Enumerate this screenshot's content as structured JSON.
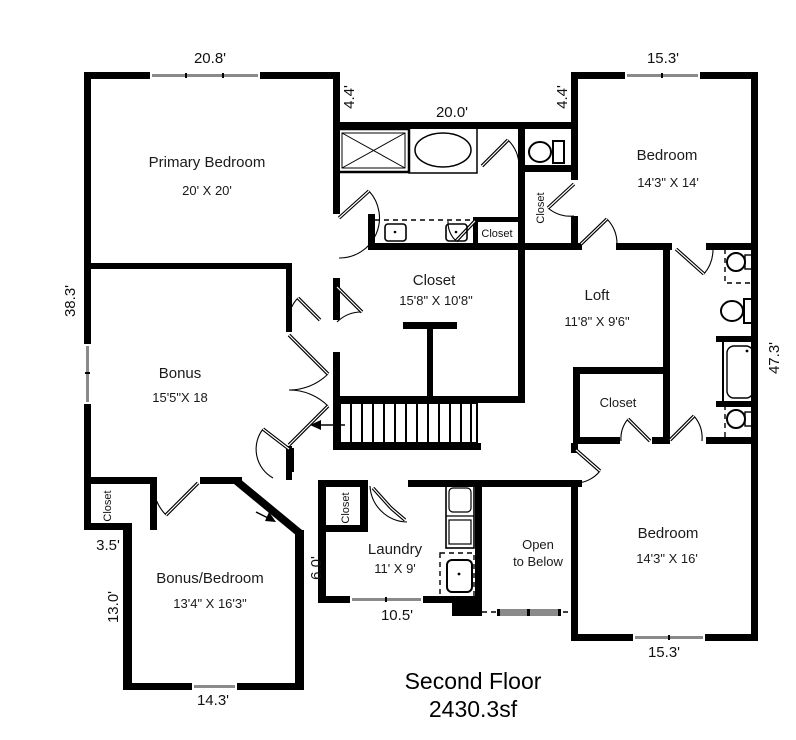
{
  "title": {
    "floor": "Second Floor",
    "area": "2430.3sf"
  },
  "rooms": {
    "primary_bedroom": {
      "name": "Primary Bedroom",
      "dims": "20' X 20'"
    },
    "bedroom_top_right": {
      "name": "Bedroom",
      "dims": "14'3\" X 14'"
    },
    "bonus": {
      "name": "Bonus",
      "dims": "15'5\"X 18"
    },
    "walk_in_closet": {
      "name": "Closet",
      "dims": "15'8\" X 10'8\""
    },
    "loft": {
      "name": "Loft",
      "dims": "11'8\" X 9'6\""
    },
    "bedroom_bottom_right": {
      "name": "Bedroom",
      "dims": "14'3\" X 16'"
    },
    "bonus_bedroom": {
      "name": "Bonus/Bedroom",
      "dims": "13'4\" X 16'3\""
    },
    "laundry": {
      "name": "Laundry",
      "dims": "11' X 9'"
    },
    "open_to_below": {
      "line1": "Open",
      "line2": "to Below"
    }
  },
  "closet_labels": {
    "vanity_small": "Closet",
    "wc_side": "Closet",
    "loft_side": "Closet",
    "left_side": "Closet",
    "laundry_side": "Closet"
  },
  "dimensions": {
    "top_left": "20.8'",
    "top_center": "20.0'",
    "top_right": "15.3'",
    "inset_left": "4.4'",
    "inset_right": "4.4'",
    "left_side": "38.3'",
    "right_side": "47.3'",
    "step_left": "3.5'",
    "lower_left": "13.0'",
    "laundry_left": "6.0'",
    "laundry_bottom": "10.5'",
    "bonus_bedroom_bottom": "14.3'",
    "bedroom_bottom": "15.3'"
  },
  "colors": {
    "wall": "#000000",
    "window": "#8a8a8a",
    "background": "#ffffff"
  }
}
